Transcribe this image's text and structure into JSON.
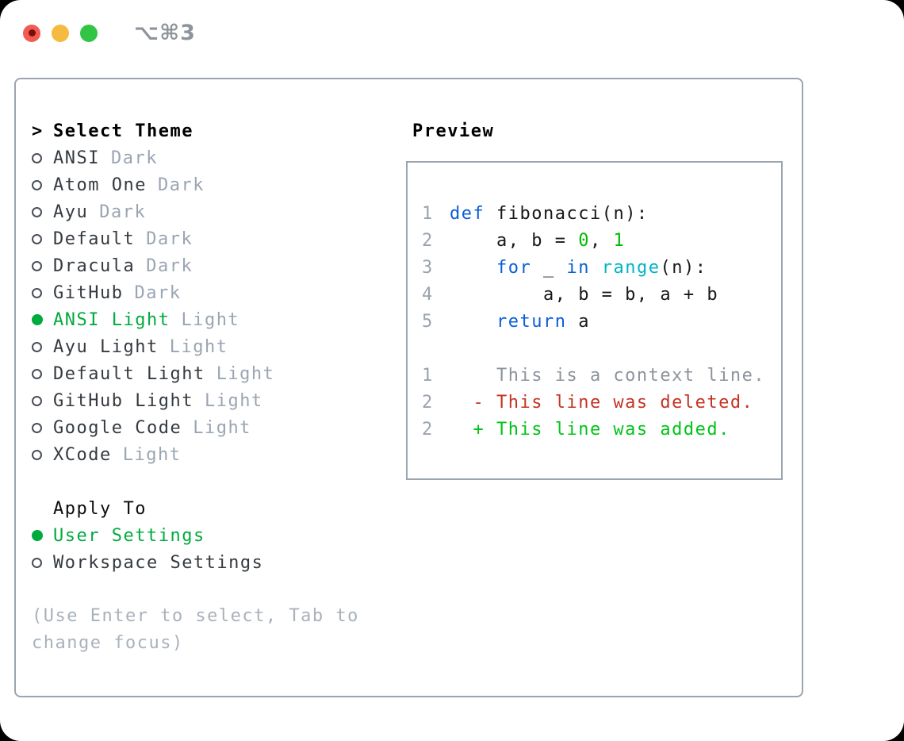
{
  "window": {
    "shortcut": "⌥⌘3",
    "traffic_lights": {
      "close": "#f25b51",
      "close_dot": "#7a0f08",
      "minimize": "#f5bb40",
      "zoom": "#31c546"
    }
  },
  "theme_list": {
    "cursor": ">",
    "title": "Select Theme",
    "items": [
      {
        "name": "ANSI",
        "variant": "Dark",
        "selected": false
      },
      {
        "name": "Atom One",
        "variant": "Dark",
        "selected": false
      },
      {
        "name": "Ayu",
        "variant": "Dark",
        "selected": false
      },
      {
        "name": "Default",
        "variant": "Dark",
        "selected": false
      },
      {
        "name": "Dracula",
        "variant": "Dark",
        "selected": false
      },
      {
        "name": "GitHub",
        "variant": "Dark",
        "selected": false
      },
      {
        "name": "ANSI Light",
        "variant": "Light",
        "selected": true
      },
      {
        "name": "Ayu Light",
        "variant": "Light",
        "selected": false
      },
      {
        "name": "Default Light",
        "variant": "Light",
        "selected": false
      },
      {
        "name": "GitHub Light",
        "variant": "Light",
        "selected": false
      },
      {
        "name": "Google Code",
        "variant": "Light",
        "selected": false
      },
      {
        "name": "XCode",
        "variant": "Light",
        "selected": false
      }
    ]
  },
  "apply_to": {
    "title": "Apply To",
    "options": [
      {
        "name": "User Settings",
        "selected": true
      },
      {
        "name": "Workspace Settings",
        "selected": false
      }
    ]
  },
  "hint": "(Use Enter to select, Tab to change focus)",
  "preview": {
    "title": "Preview",
    "code_lines": [
      {
        "num": "1",
        "tokens": [
          [
            "kw",
            "def"
          ],
          [
            "plain",
            " fibonacci(n):"
          ]
        ]
      },
      {
        "num": "2",
        "tokens": [
          [
            "plain",
            "    a, b = "
          ],
          [
            "num",
            "0"
          ],
          [
            "plain",
            ", "
          ],
          [
            "num",
            "1"
          ]
        ]
      },
      {
        "num": "3",
        "tokens": [
          [
            "plain",
            "    "
          ],
          [
            "kw",
            "for"
          ],
          [
            "plain",
            " _ "
          ],
          [
            "kw",
            "in"
          ],
          [
            "plain",
            " "
          ],
          [
            "fn",
            "range"
          ],
          [
            "plain",
            "(n):"
          ]
        ]
      },
      {
        "num": "4",
        "tokens": [
          [
            "plain",
            "        a, b = b, a + b"
          ]
        ]
      },
      {
        "num": "5",
        "tokens": [
          [
            "plain",
            "    "
          ],
          [
            "kw",
            "return"
          ],
          [
            "plain",
            " a"
          ]
        ]
      },
      {
        "num": "",
        "tokens": []
      },
      {
        "num": "1",
        "tokens": [
          [
            "ctx",
            "    This is a context line."
          ]
        ]
      },
      {
        "num": "2",
        "tokens": [
          [
            "del",
            "  - This line was deleted."
          ]
        ]
      },
      {
        "num": "2",
        "tokens": [
          [
            "add",
            "  + This line was added."
          ]
        ]
      }
    ]
  },
  "colors": {
    "selection_green": "#00ab3d",
    "keyword_blue": "#0b5fd7",
    "function_cyan": "#00b4c4",
    "number_green": "#00bb00",
    "code_plain": "#16181b",
    "diff_deleted": "#c53325",
    "diff_added": "#00c418",
    "diff_context": "#8d949c",
    "line_number": "#9aa3ae",
    "variant_tag": "#9aa5b3",
    "panel_border": "#9ca4ae",
    "hint_gray": "#a9b1bb"
  }
}
